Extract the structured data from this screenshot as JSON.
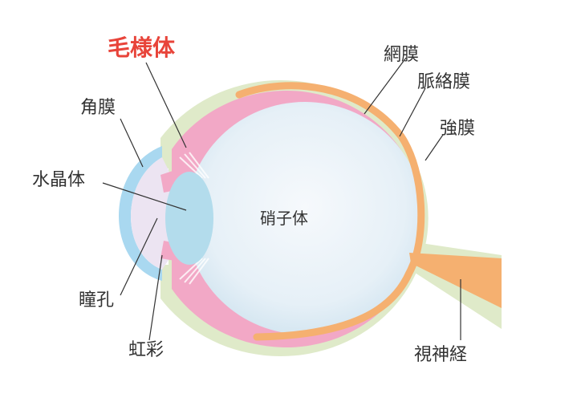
{
  "labels": {
    "ciliary_body": "毛様体",
    "cornea": "角膜",
    "lens": "水晶体",
    "pupil": "瞳孔",
    "iris": "虹彩",
    "vitreous": "硝子体",
    "retina": "網膜",
    "choroid": "脈絡膜",
    "sclera": "強膜",
    "optic_nerve": "視神経"
  },
  "colors": {
    "highlight": "#e8443a",
    "sclera": "#dfeac9",
    "choroid": "#f2a8c6",
    "retina": "#f5b070",
    "vitreous_center": "#f4f8fb",
    "vitreous_edge": "#d0e4f0",
    "lens": "#b3dcec",
    "cornea": "#a9d8f0",
    "aqueous": "#ece4f2",
    "optic_nerve": "#f5b070",
    "leader_line": "#333333",
    "text": "#333333"
  }
}
